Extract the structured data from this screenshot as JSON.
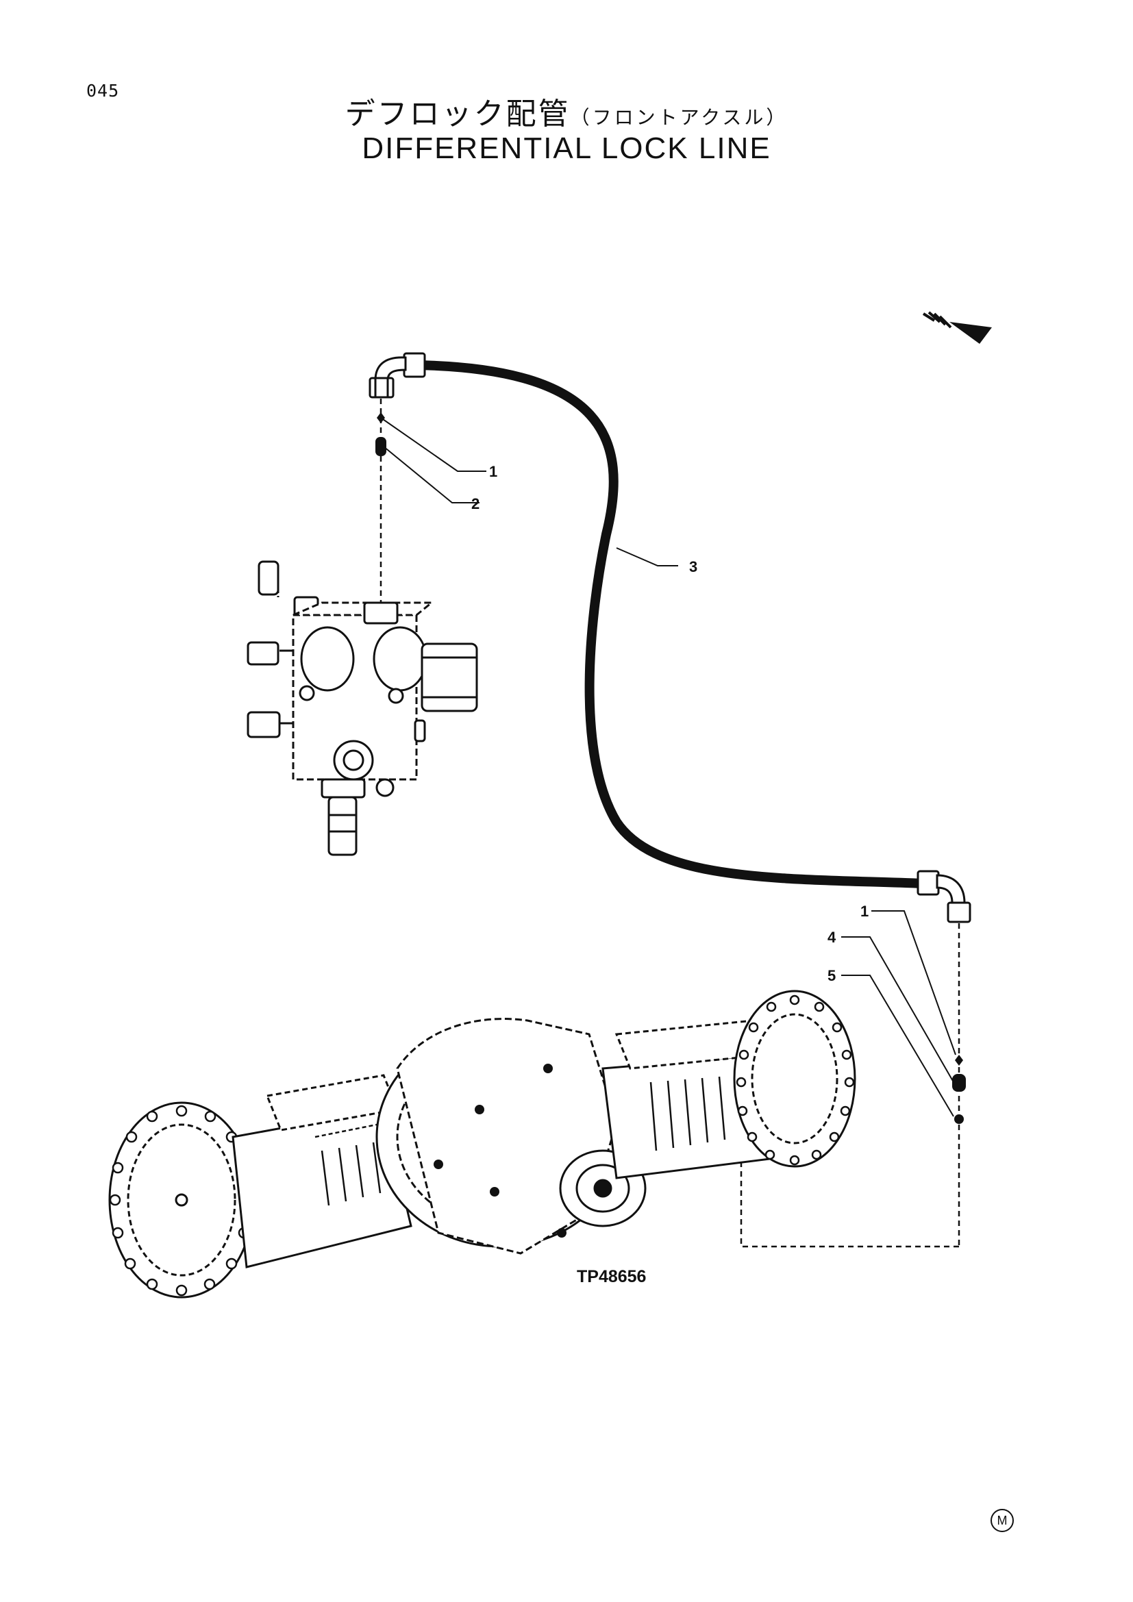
{
  "page": {
    "number": "045"
  },
  "title": {
    "japanese": "デフロック配管",
    "japanese_sub": "（フロントアクスル）",
    "english": "DIFFERENTIAL LOCK LINE"
  },
  "drawing": {
    "code": "TP48656",
    "callouts": [
      {
        "id": "top-1",
        "label": "1"
      },
      {
        "id": "top-2",
        "label": "2"
      },
      {
        "id": "hose-3",
        "label": "3"
      },
      {
        "id": "bottom-1",
        "label": "1"
      },
      {
        "id": "bottom-4",
        "label": "4"
      },
      {
        "id": "bottom-5",
        "label": "5"
      }
    ],
    "mark": "M",
    "colors": {
      "ink": "#111111",
      "paper": "#ffffff"
    }
  }
}
